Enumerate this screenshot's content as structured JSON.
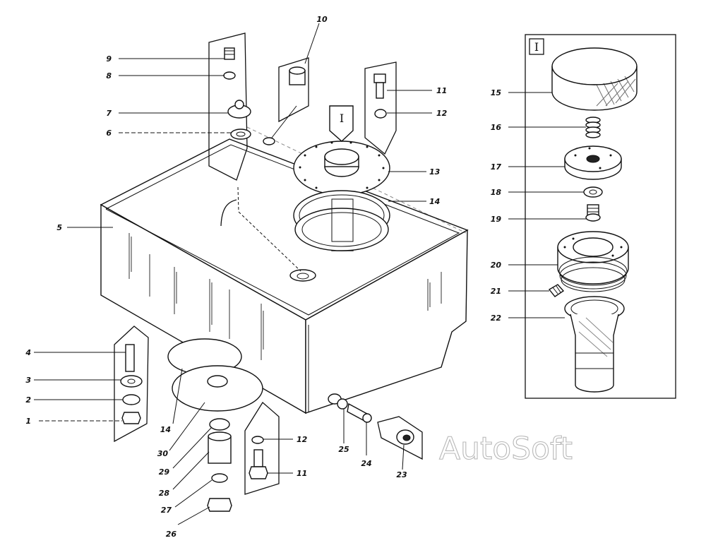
{
  "watermark": "AutoSoft",
  "inset_label": "I",
  "tank_marker": "I",
  "callouts": {
    "c1": "1",
    "c2": "2",
    "c3": "3",
    "c4": "4",
    "c5": "5",
    "c6": "6",
    "c7": "7",
    "c8": "8",
    "c9": "9",
    "c10": "10",
    "c11a": "11",
    "c12a": "12",
    "c13": "13",
    "c14a": "14",
    "c15": "15",
    "c16": "16",
    "c17": "17",
    "c18": "18",
    "c19": "19",
    "c20": "20",
    "c21": "21",
    "c22": "22",
    "c23": "23",
    "c24": "24",
    "c25": "25",
    "c26": "26",
    "c27": "27",
    "c28": "28",
    "c29": "29",
    "c30": "30",
    "c14b": "14",
    "c12b": "12",
    "c11b": "11"
  }
}
